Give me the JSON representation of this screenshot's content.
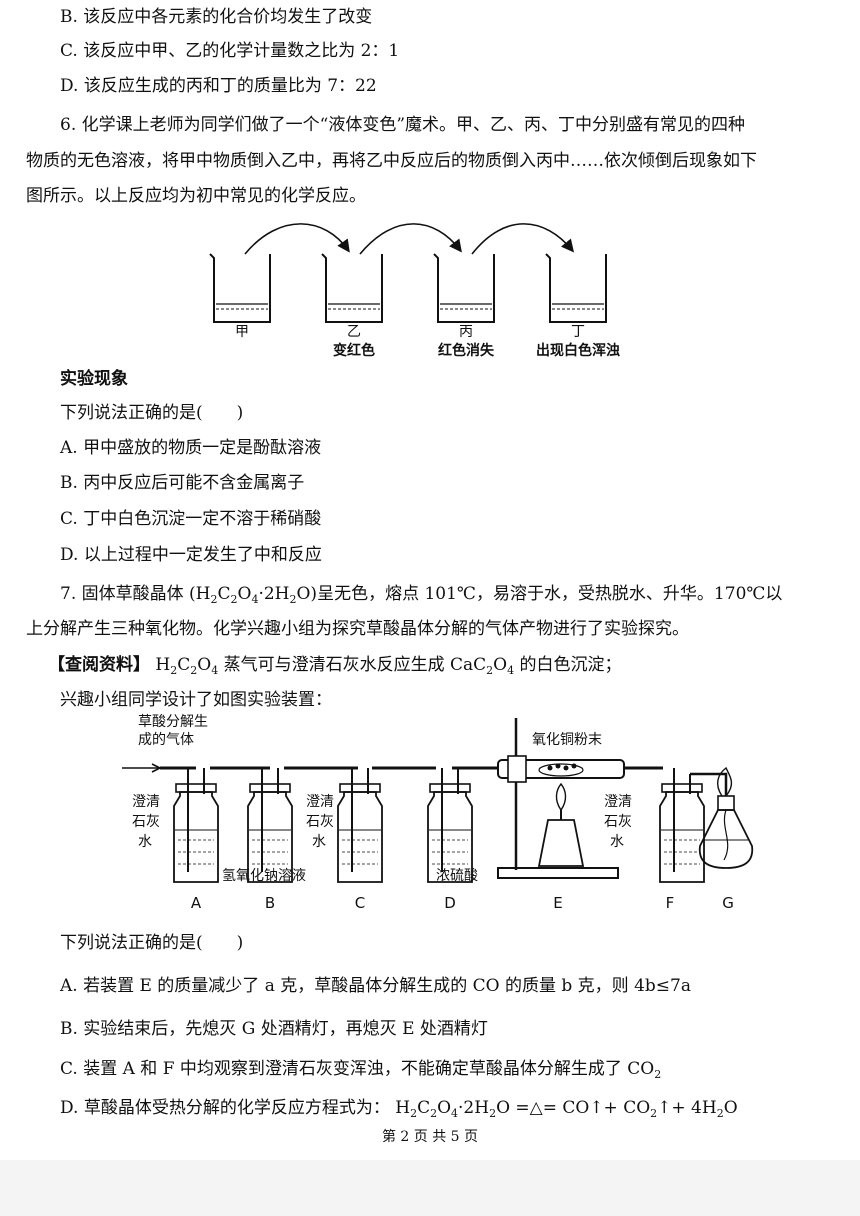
{
  "q5": {
    "option_b": "B. 该反应中各元素的化合价均发生了改变",
    "option_c": "C. 该反应中甲、乙的化学计量数之比为 2：1",
    "option_d": "D. 该反应生成的丙和丁的质量比为 7：22"
  },
  "q6": {
    "stem_line1": "6. 化学课上老师为同学们做了一个“液体变色”魔术。甲、乙、丙、丁中分别盛有常见的四种",
    "stem_line2": "物质的无色溶液，将甲中物质倒入乙中，再将乙中反应后的物质倒入丙中……依次倾倒后现象如下",
    "stem_line3": "图所示。以上反应均为初中常见的化学反应。",
    "beakers": [
      {
        "name": "甲",
        "phenomenon": ""
      },
      {
        "name": "乙",
        "phenomenon": "变红色"
      },
      {
        "name": "丙",
        "phenomenon": "红色消失"
      },
      {
        "name": "丁",
        "phenomenon": "出现白色浑浊"
      }
    ],
    "phenomenon_heading": "实验现象",
    "question": "下列说法正确的是(　　)",
    "option_a": "A. 甲中盛放的物质一定是酚酞溶液",
    "option_b": "B. 丙中反应后可能不含金属离子",
    "option_c": "C. 丁中白色沉淀一定不溶于稀硝酸",
    "option_d": "D. 以上过程中一定发生了中和反应"
  },
  "q7": {
    "stem_pre": "7. 固体草酸晶体 (H",
    "stem_f_2a": "2",
    "stem_f_c": "C",
    "stem_f_2b": "2",
    "stem_f_o": "O",
    "stem_f_4": "4",
    "stem_f_mid": "·2H",
    "stem_f_2c": "2",
    "stem_post": "O)呈无色，熔点 101℃，易溶于水，受热脱水、升华。170℃以",
    "stem_line2": "上分解产生三种氧化物。化学兴趣小组为探究草酸晶体分解的气体产物进行了实验探究。",
    "ref_label": "【查阅资料】",
    "ref_text_pre": " H",
    "ref_text_mid": " 蒸气可与澄清石灰水反应生成 CaC",
    "ref_text_post": " 的白色沉淀；",
    "setup_text": "兴趣小组同学设计了如图实验装置：",
    "apparatus": {
      "gas_label_1": "草酸分解生",
      "gas_label_2": "成的气体",
      "cuo_label": "氧化铜粉末",
      "limewater_1": "澄清",
      "limewater_2": "石灰",
      "limewater_3": "水",
      "naoh_label": "氢氧化钠溶液",
      "h2so4_label": "浓硫酸",
      "letters": [
        "A",
        "B",
        "C",
        "D",
        "E",
        "F",
        "G"
      ]
    },
    "question": "下列说法正确的是(　　)",
    "option_a": "A. 若装置 E 的质量减少了 a 克，草酸晶体分解生成的 CO 的质量 b 克，则 4b≤7a",
    "option_b": "B. 实验结束后，先熄灭 G 处酒精灯，再熄灭 E 处酒精灯",
    "option_c_pre": "C. 装置 A 和 F 中均观察到澄清石灰变浑浊，不能确定草酸晶体分解生成了 CO",
    "option_d_pre": "D. 草酸晶体受热分解的化学反应方程式为：  H",
    "option_d_eq1": "·2H",
    "option_d_eq2": "O =△= CO↑+ CO",
    "option_d_eq3": "↑+ 4H",
    "option_d_eq4": "O"
  },
  "footer": "第 2 页 共 5 页"
}
